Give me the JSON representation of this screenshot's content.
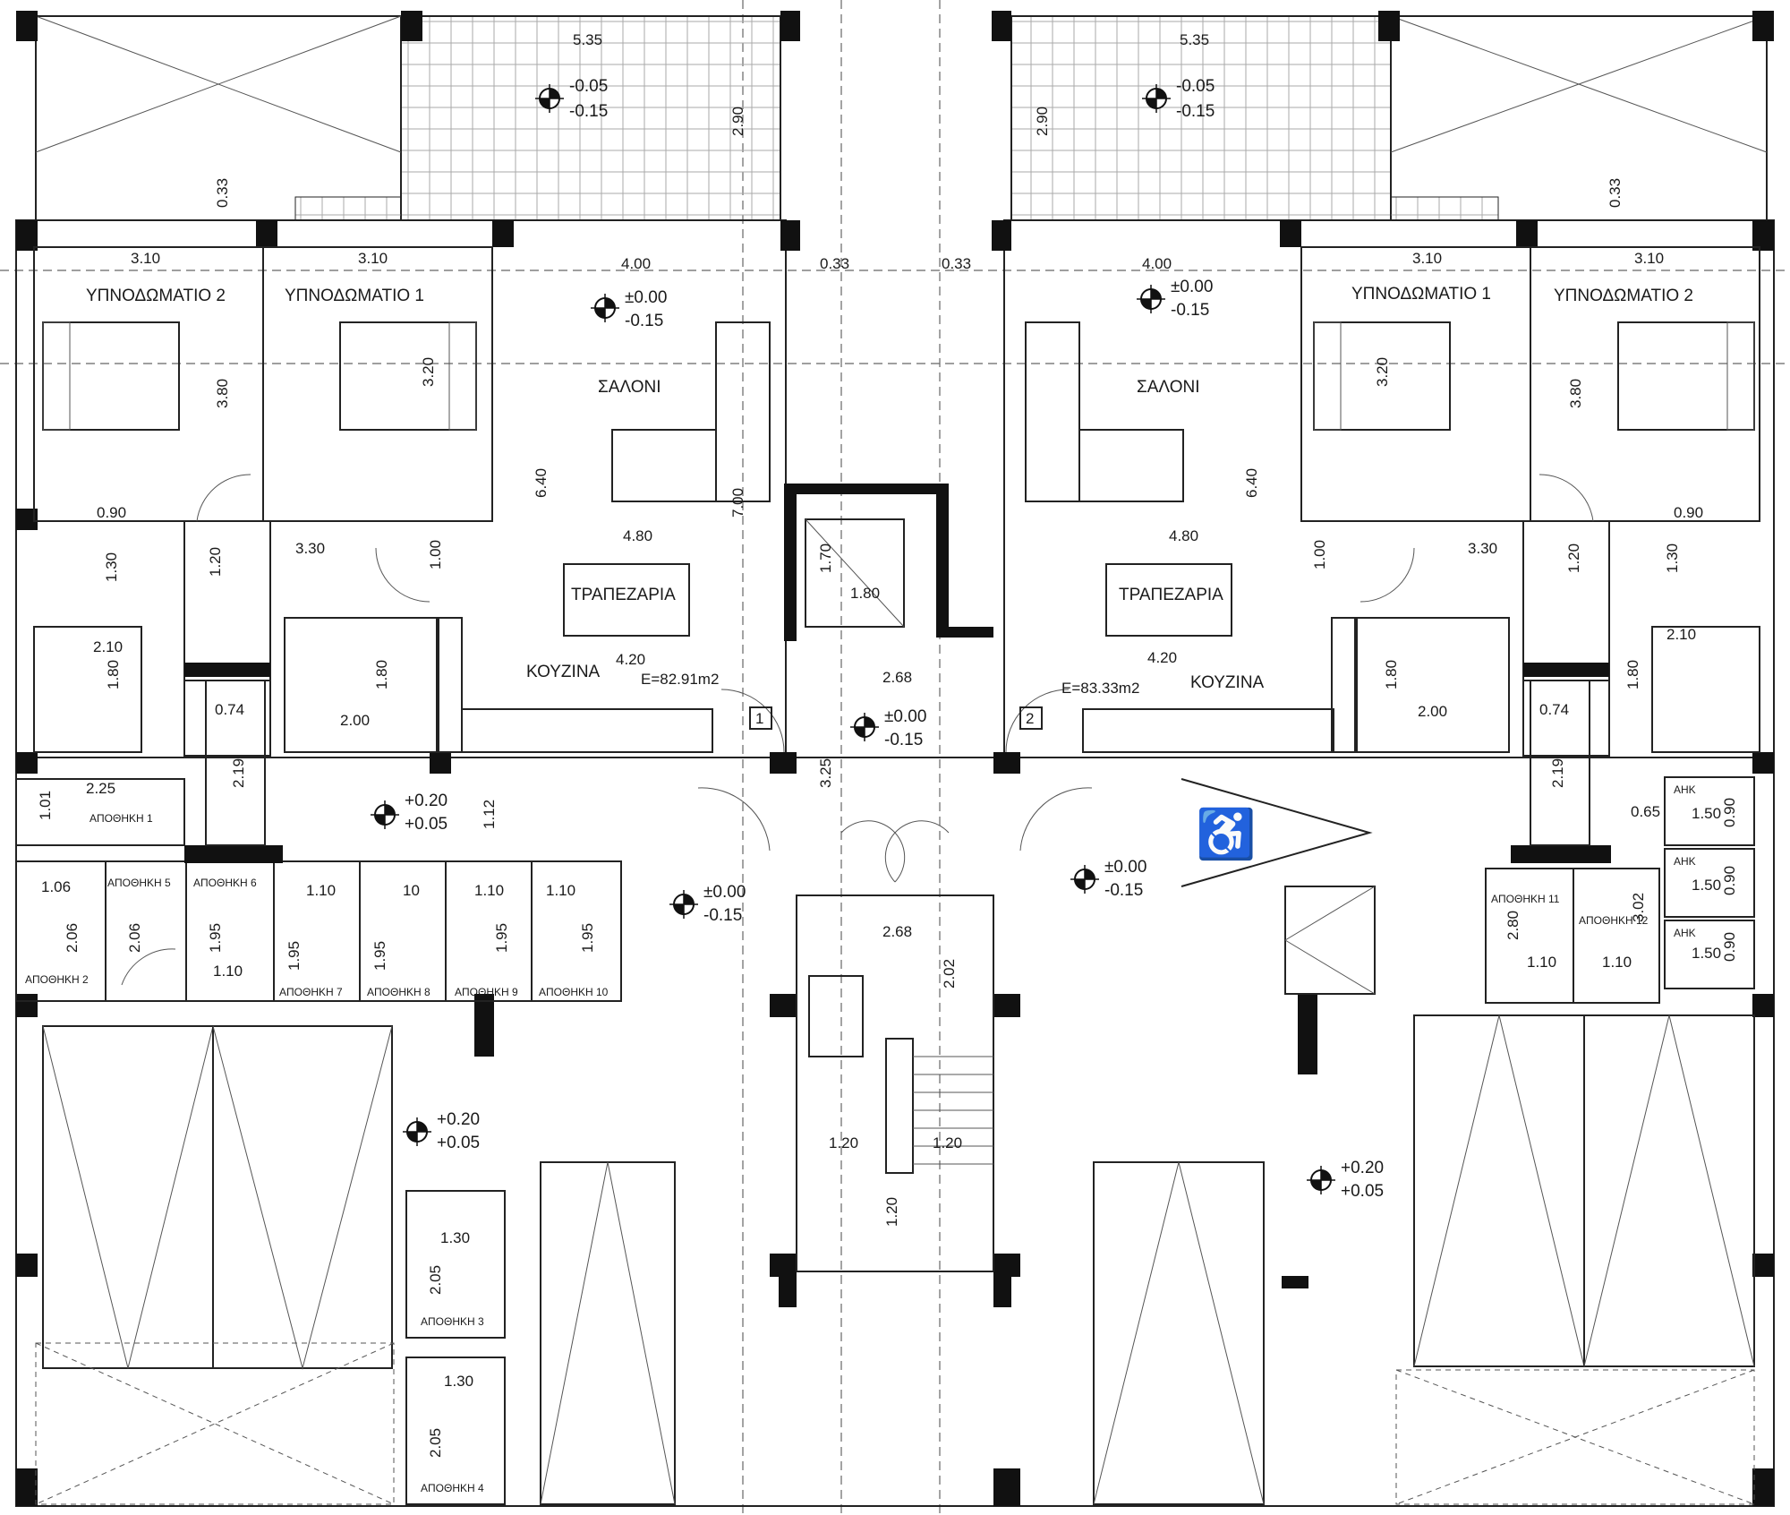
{
  "rooms": {
    "bedroom2_left": "ΥΠΝΟΔΩΜΑΤΙΟ 2",
    "bedroom1_left": "ΥΠΝΟΔΩΜΑΤΙΟ 1",
    "living_left": "ΣΑΛΟΝΙ",
    "dining_left": "ΤΡΑΠΕΖΑΡΙΑ",
    "kitchen_left": "ΚΟΥΖΙΝΑ",
    "area_left": "E=82.91m2",
    "bedroom1_right": "ΥΠΝΟΔΩΜΑΤΙΟ 1",
    "bedroom2_right": "ΥΠΝΟΔΩΜΑΤΙΟ 2",
    "living_right": "ΣΑΛΟΝΙ",
    "dining_right": "ΤΡΑΠΕΖΑΡΙΑ",
    "kitchen_right": "ΚΟΥΖΙΝΑ",
    "area_right": "E=83.33m2",
    "unit1": "1",
    "unit2": "2"
  },
  "storage": {
    "s1": "ΑΠΟΘΗΚΗ 1",
    "s2": "ΑΠΟΘΗΚΗ 2",
    "s3": "ΑΠΟΘΗΚΗ 3",
    "s4": "ΑΠΟΘΗΚΗ 4",
    "s5": "ΑΠΟΘΗΚΗ 5",
    "s6": "ΑΠΟΘΗΚΗ 6",
    "s7": "ΑΠΟΘΗΚΗ 7",
    "s8": "ΑΠΟΘΗΚΗ 8",
    "s9": "ΑΠΟΘΗΚΗ 9",
    "s10": "ΑΠΟΘΗΚΗ 10",
    "s11": "ΑΠΟΘΗΚΗ 11",
    "s12": "ΑΠΟΘΗΚΗ 12",
    "ank": "ΑΗΚ"
  },
  "levels": {
    "veranda": [
      "-0.05",
      "-0.15"
    ],
    "floor": [
      "±0.00",
      "-0.15"
    ],
    "parking": [
      "+0.20",
      "+0.05"
    ]
  },
  "dims": {
    "d535": "5.35",
    "d290": "2.90",
    "d033": "0.33",
    "d310": "3.10",
    "d400": "4.00",
    "d380": "3.80",
    "d320": "3.20",
    "d640": "6.40",
    "d700": "7.00",
    "d090": "0.90",
    "d130": "1.30",
    "d330": "3.30",
    "d120": "1.20",
    "d100": "1.00",
    "d480": "4.80",
    "d170": "1.70",
    "d180": "1.80",
    "d210": "2.10",
    "d420": "4.20",
    "d268": "2.68",
    "d074": "0.74",
    "d200": "2.00",
    "d219": "2.19",
    "d225": "2.25",
    "d101": "1.01",
    "d112": "1.12",
    "d325": "3.25",
    "d106": "1.06",
    "d206": "2.06",
    "d195": "1.95",
    "d110": "1.10",
    "d10": "10",
    "d202": "2.02",
    "d065": "0.65",
    "d150": "1.50",
    "d302": "3.02",
    "d280": "2.80",
    "d205": "2.05"
  }
}
